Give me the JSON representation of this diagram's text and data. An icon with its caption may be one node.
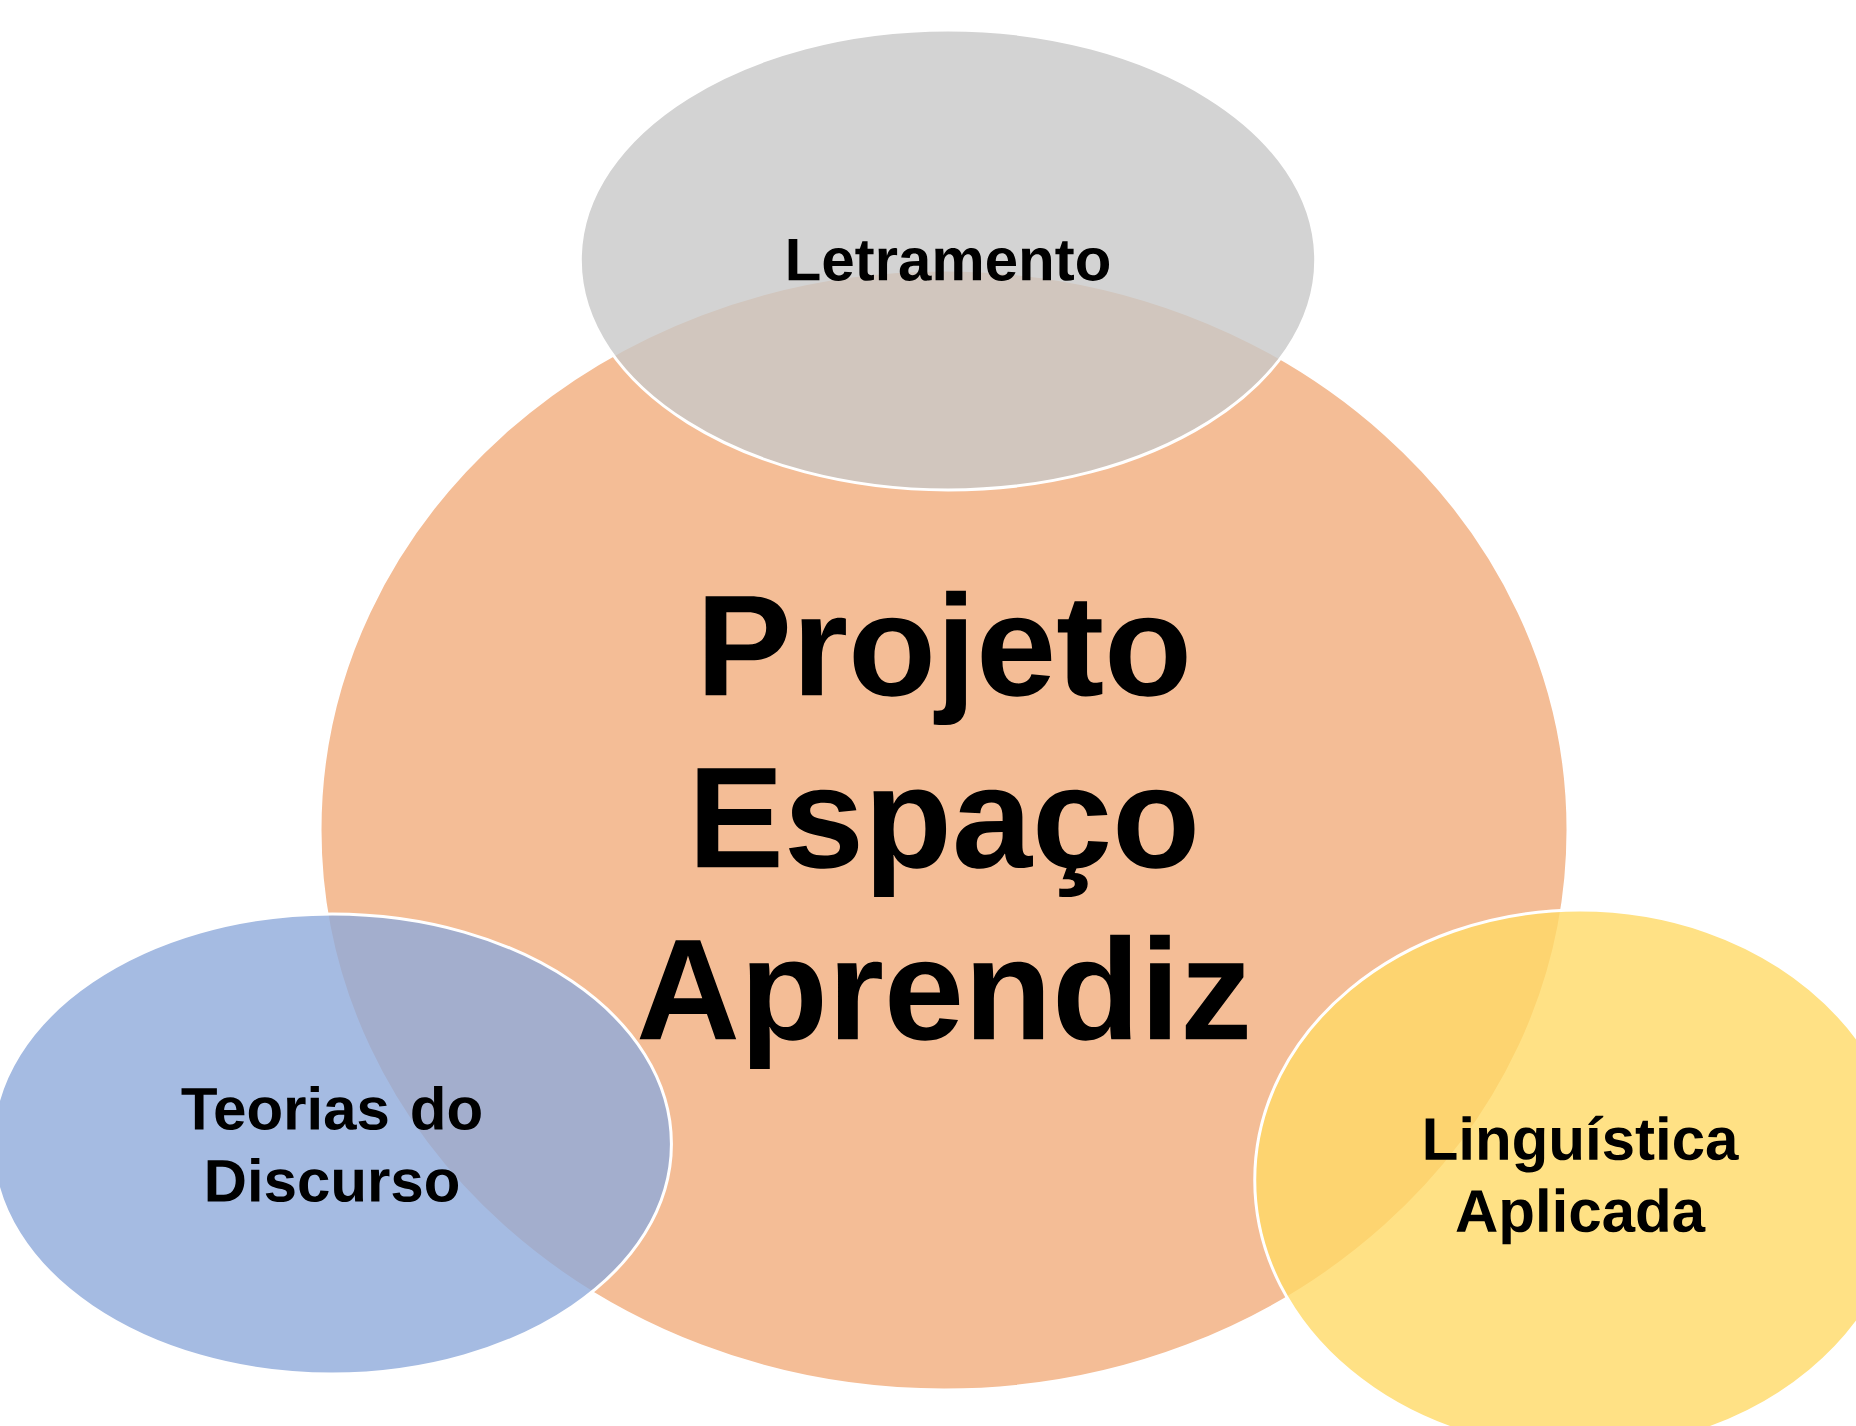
{
  "diagram": {
    "nodes": [
      {
        "text": [
          "Projeto Espaço Aprendiz"
        ]
      },
      {
        "text": [
          "Letramento"
        ]
      },
      {
        "text": [
          "Teorias do Discurso"
        ]
      },
      {
        "text": [
          "Linguística Aplicada"
        ]
      }
    ]
  }
}
